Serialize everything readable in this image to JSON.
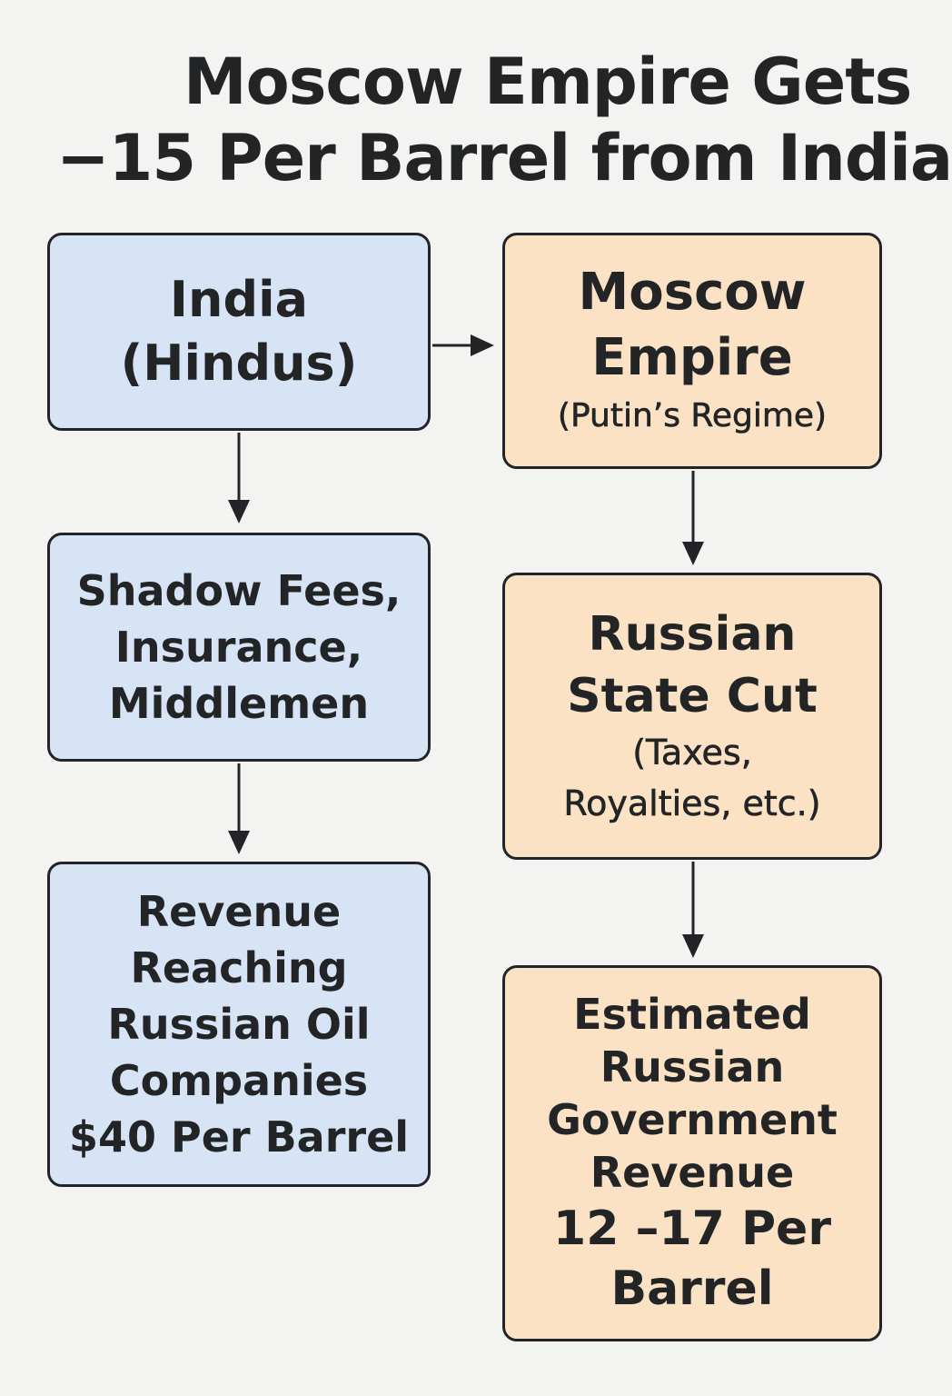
{
  "title": {
    "line1": "Moscow Empire Gets",
    "line2": "−15 Per Barrel from India"
  },
  "nodes": {
    "india": {
      "line1": "India",
      "line2": "(Hindus)"
    },
    "moscow": {
      "line1": "Moscow",
      "line2": "Empire",
      "line3": "(Putin’s Regime)"
    },
    "shadow": {
      "line1": "Shadow Fees,",
      "line2": "Insurance,",
      "line3": "Middlemen"
    },
    "state_cut": {
      "line1": "Russian",
      "line2": "State Cut",
      "line3": "(Taxes,",
      "line4": "Royalties, etc.)"
    },
    "revenue": {
      "line1": "Revenue",
      "line2": "Reaching",
      "line3": "Russian Oil",
      "line4": "Companies",
      "line5": "$40 Per Barrel"
    },
    "estimate": {
      "line1": "Estimated",
      "line2": "Russian",
      "line3": "Government",
      "line4": "Revenue",
      "line5": "12 –17 Per",
      "line6": "Barrel"
    }
  },
  "colors": {
    "left_fill": "#d6e4f6",
    "right_fill": "#fbe2c4",
    "border": "#232427",
    "background": "#f3f3f2"
  }
}
